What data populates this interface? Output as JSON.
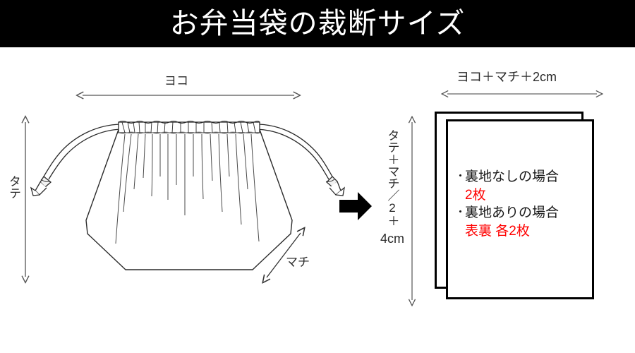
{
  "header": {
    "title": "お弁当袋の裁断サイズ"
  },
  "diagram": {
    "bag": {
      "width_label": "ヨコ",
      "height_label": "タテ",
      "gusset_label": "マチ"
    },
    "flow_arrow": "right-arrow-icon",
    "cut_piece": {
      "width_label": "ヨコ＋マチ＋2cm",
      "height_label_chars": "タテ＋マチ／2＋",
      "height_label_unit": "4cm",
      "height_label_full": "タテ＋マチ／2＋4cm",
      "notes": [
        {
          "bullet": "・",
          "text": "裏地なしの場合",
          "accent": "2枚"
        },
        {
          "bullet": "・",
          "text": "裏地ありの場合",
          "accent": "表裏 各2枚"
        }
      ]
    }
  },
  "colors": {
    "header_bg": "#000000",
    "header_text": "#ffffff",
    "page_bg": "#ffffff",
    "line": "#333333",
    "accent_red": "#ff0000",
    "body_text": "#2b2b2b"
  }
}
